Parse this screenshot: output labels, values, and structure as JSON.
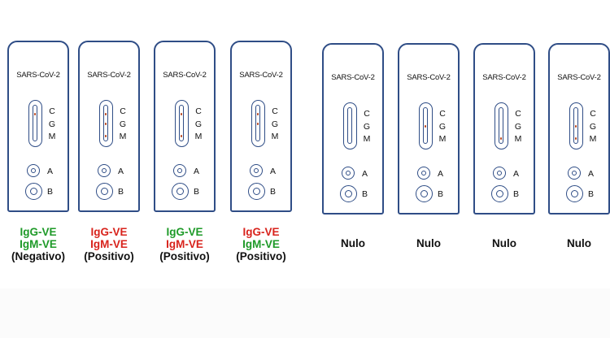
{
  "colors": {
    "outline": "#2f4d86",
    "band": "#b4451f",
    "negative_text": "#1e9a28",
    "positive_text": "#d8231c",
    "null_text": "#111111"
  },
  "tests": [
    {
      "title": "SARS-CoV-2",
      "letters": [
        "C",
        "G",
        "M"
      ],
      "well_a": "A",
      "well_b": "B",
      "bands": {
        "c": true,
        "g": false,
        "m": false
      },
      "caption": [
        {
          "text": "IgG-VE",
          "color": "green"
        },
        {
          "text": "IgM-VE",
          "color": "green"
        },
        {
          "text": "(Negativo)",
          "color": "black"
        }
      ]
    },
    {
      "title": "SARS-CoV-2",
      "letters": [
        "C",
        "G",
        "M"
      ],
      "well_a": "A",
      "well_b": "B",
      "bands": {
        "c": true,
        "g": true,
        "m": true
      },
      "caption": [
        {
          "text": "IgG-VE",
          "color": "red"
        },
        {
          "text": "IgM-VE",
          "color": "red"
        },
        {
          "text": "(Positivo)",
          "color": "black"
        }
      ]
    },
    {
      "title": "SARS-CoV-2",
      "letters": [
        "C",
        "G",
        "M"
      ],
      "well_a": "A",
      "well_b": "B",
      "bands": {
        "c": true,
        "g": false,
        "m": true
      },
      "caption": [
        {
          "text": "IgG-VE",
          "color": "green"
        },
        {
          "text": "IgM-VE",
          "color": "red"
        },
        {
          "text": "(Positivo)",
          "color": "black"
        }
      ]
    },
    {
      "title": "SARS-CoV-2",
      "letters": [
        "C",
        "G",
        "M"
      ],
      "well_a": "A",
      "well_b": "B",
      "bands": {
        "c": true,
        "g": true,
        "m": false
      },
      "caption": [
        {
          "text": "IgG-VE",
          "color": "red"
        },
        {
          "text": "IgM-VE",
          "color": "green"
        },
        {
          "text": "(Positivo)",
          "color": "black"
        }
      ]
    },
    {
      "title": "SARS-CoV-2",
      "letters": [
        "C",
        "G",
        "M"
      ],
      "well_a": "A",
      "well_b": "B",
      "bands": {
        "c": false,
        "g": false,
        "m": false
      },
      "caption": [
        {
          "text": "Nulo",
          "color": "black"
        }
      ]
    },
    {
      "title": "SARS-CoV-2",
      "letters": [
        "C",
        "G",
        "M"
      ],
      "well_a": "A",
      "well_b": "B",
      "bands": {
        "c": false,
        "g": true,
        "m": false
      },
      "caption": [
        {
          "text": "Nulo",
          "color": "black"
        }
      ]
    },
    {
      "title": "SARS-CoV-2",
      "letters": [
        "C",
        "G",
        "M"
      ],
      "well_a": "A",
      "well_b": "B",
      "bands": {
        "c": false,
        "g": false,
        "m": true
      },
      "caption": [
        {
          "text": "Nulo",
          "color": "black"
        }
      ]
    },
    {
      "title": "SARS-CoV-2",
      "letters": [
        "C",
        "G",
        "M"
      ],
      "well_a": "A",
      "well_b": "B",
      "bands": {
        "c": false,
        "g": true,
        "m": true
      },
      "caption": [
        {
          "text": "Nulo",
          "color": "black"
        }
      ]
    }
  ]
}
